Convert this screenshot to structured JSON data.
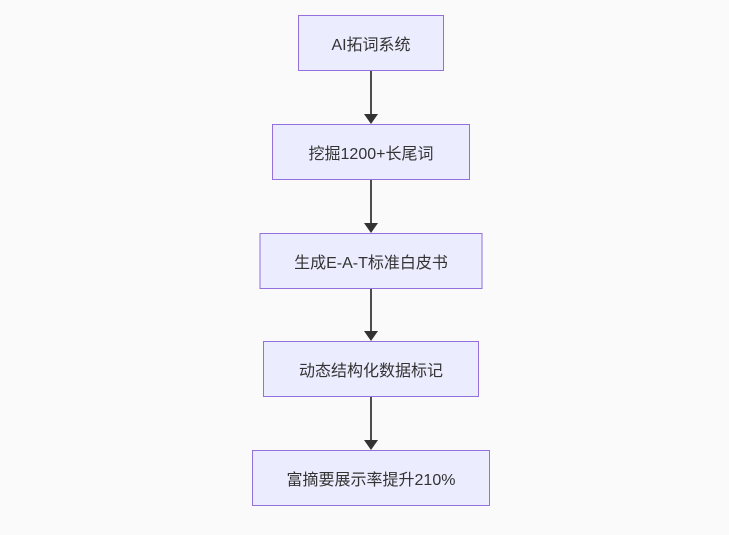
{
  "diagram": {
    "type": "flowchart-top-down",
    "background_color": "#fafafa",
    "node_fill_color": "#ECECFF",
    "node_border_color": "#9370DB",
    "node_text_color": "#333333",
    "arrow_color": "#333333",
    "nodes": [
      {
        "id": "node-0",
        "label": "AI拓词系统"
      },
      {
        "id": "node-1",
        "label": "挖掘1200+长尾词"
      },
      {
        "id": "node-2",
        "label": "生成E-A-T标准白皮书"
      },
      {
        "id": "node-3",
        "label": "动态结构化数据标记"
      },
      {
        "id": "node-4",
        "label": "富摘要展示率提升210%"
      }
    ],
    "edges": [
      {
        "from": "node-0",
        "to": "node-1"
      },
      {
        "from": "node-1",
        "to": "node-2"
      },
      {
        "from": "node-2",
        "to": "node-3"
      },
      {
        "from": "node-3",
        "to": "node-4"
      }
    ]
  }
}
